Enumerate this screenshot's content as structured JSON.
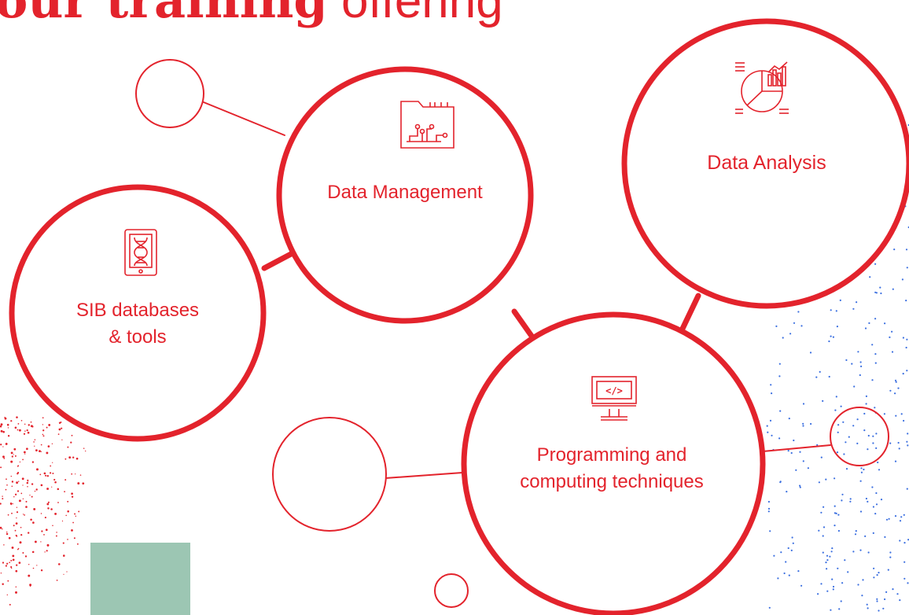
{
  "title": {
    "bold": "our training",
    "light": "offering"
  },
  "nodes": {
    "data_management": {
      "label": "Data Management",
      "icon": "folder-network-icon"
    },
    "data_analysis": {
      "label": "Data Analysis",
      "icon": "chart-analysis-icon"
    },
    "sib_databases": {
      "line1": "SIB databases",
      "line2": "& tools",
      "icon": "tablet-dna-icon"
    },
    "programming": {
      "line1": "Programming and",
      "line2": "computing techniques",
      "icon": "monitor-code-icon"
    }
  },
  "colors": {
    "accent": "#e3232c",
    "dots_blue": "#3b6fe0",
    "block_green": "#9cc6b3"
  }
}
